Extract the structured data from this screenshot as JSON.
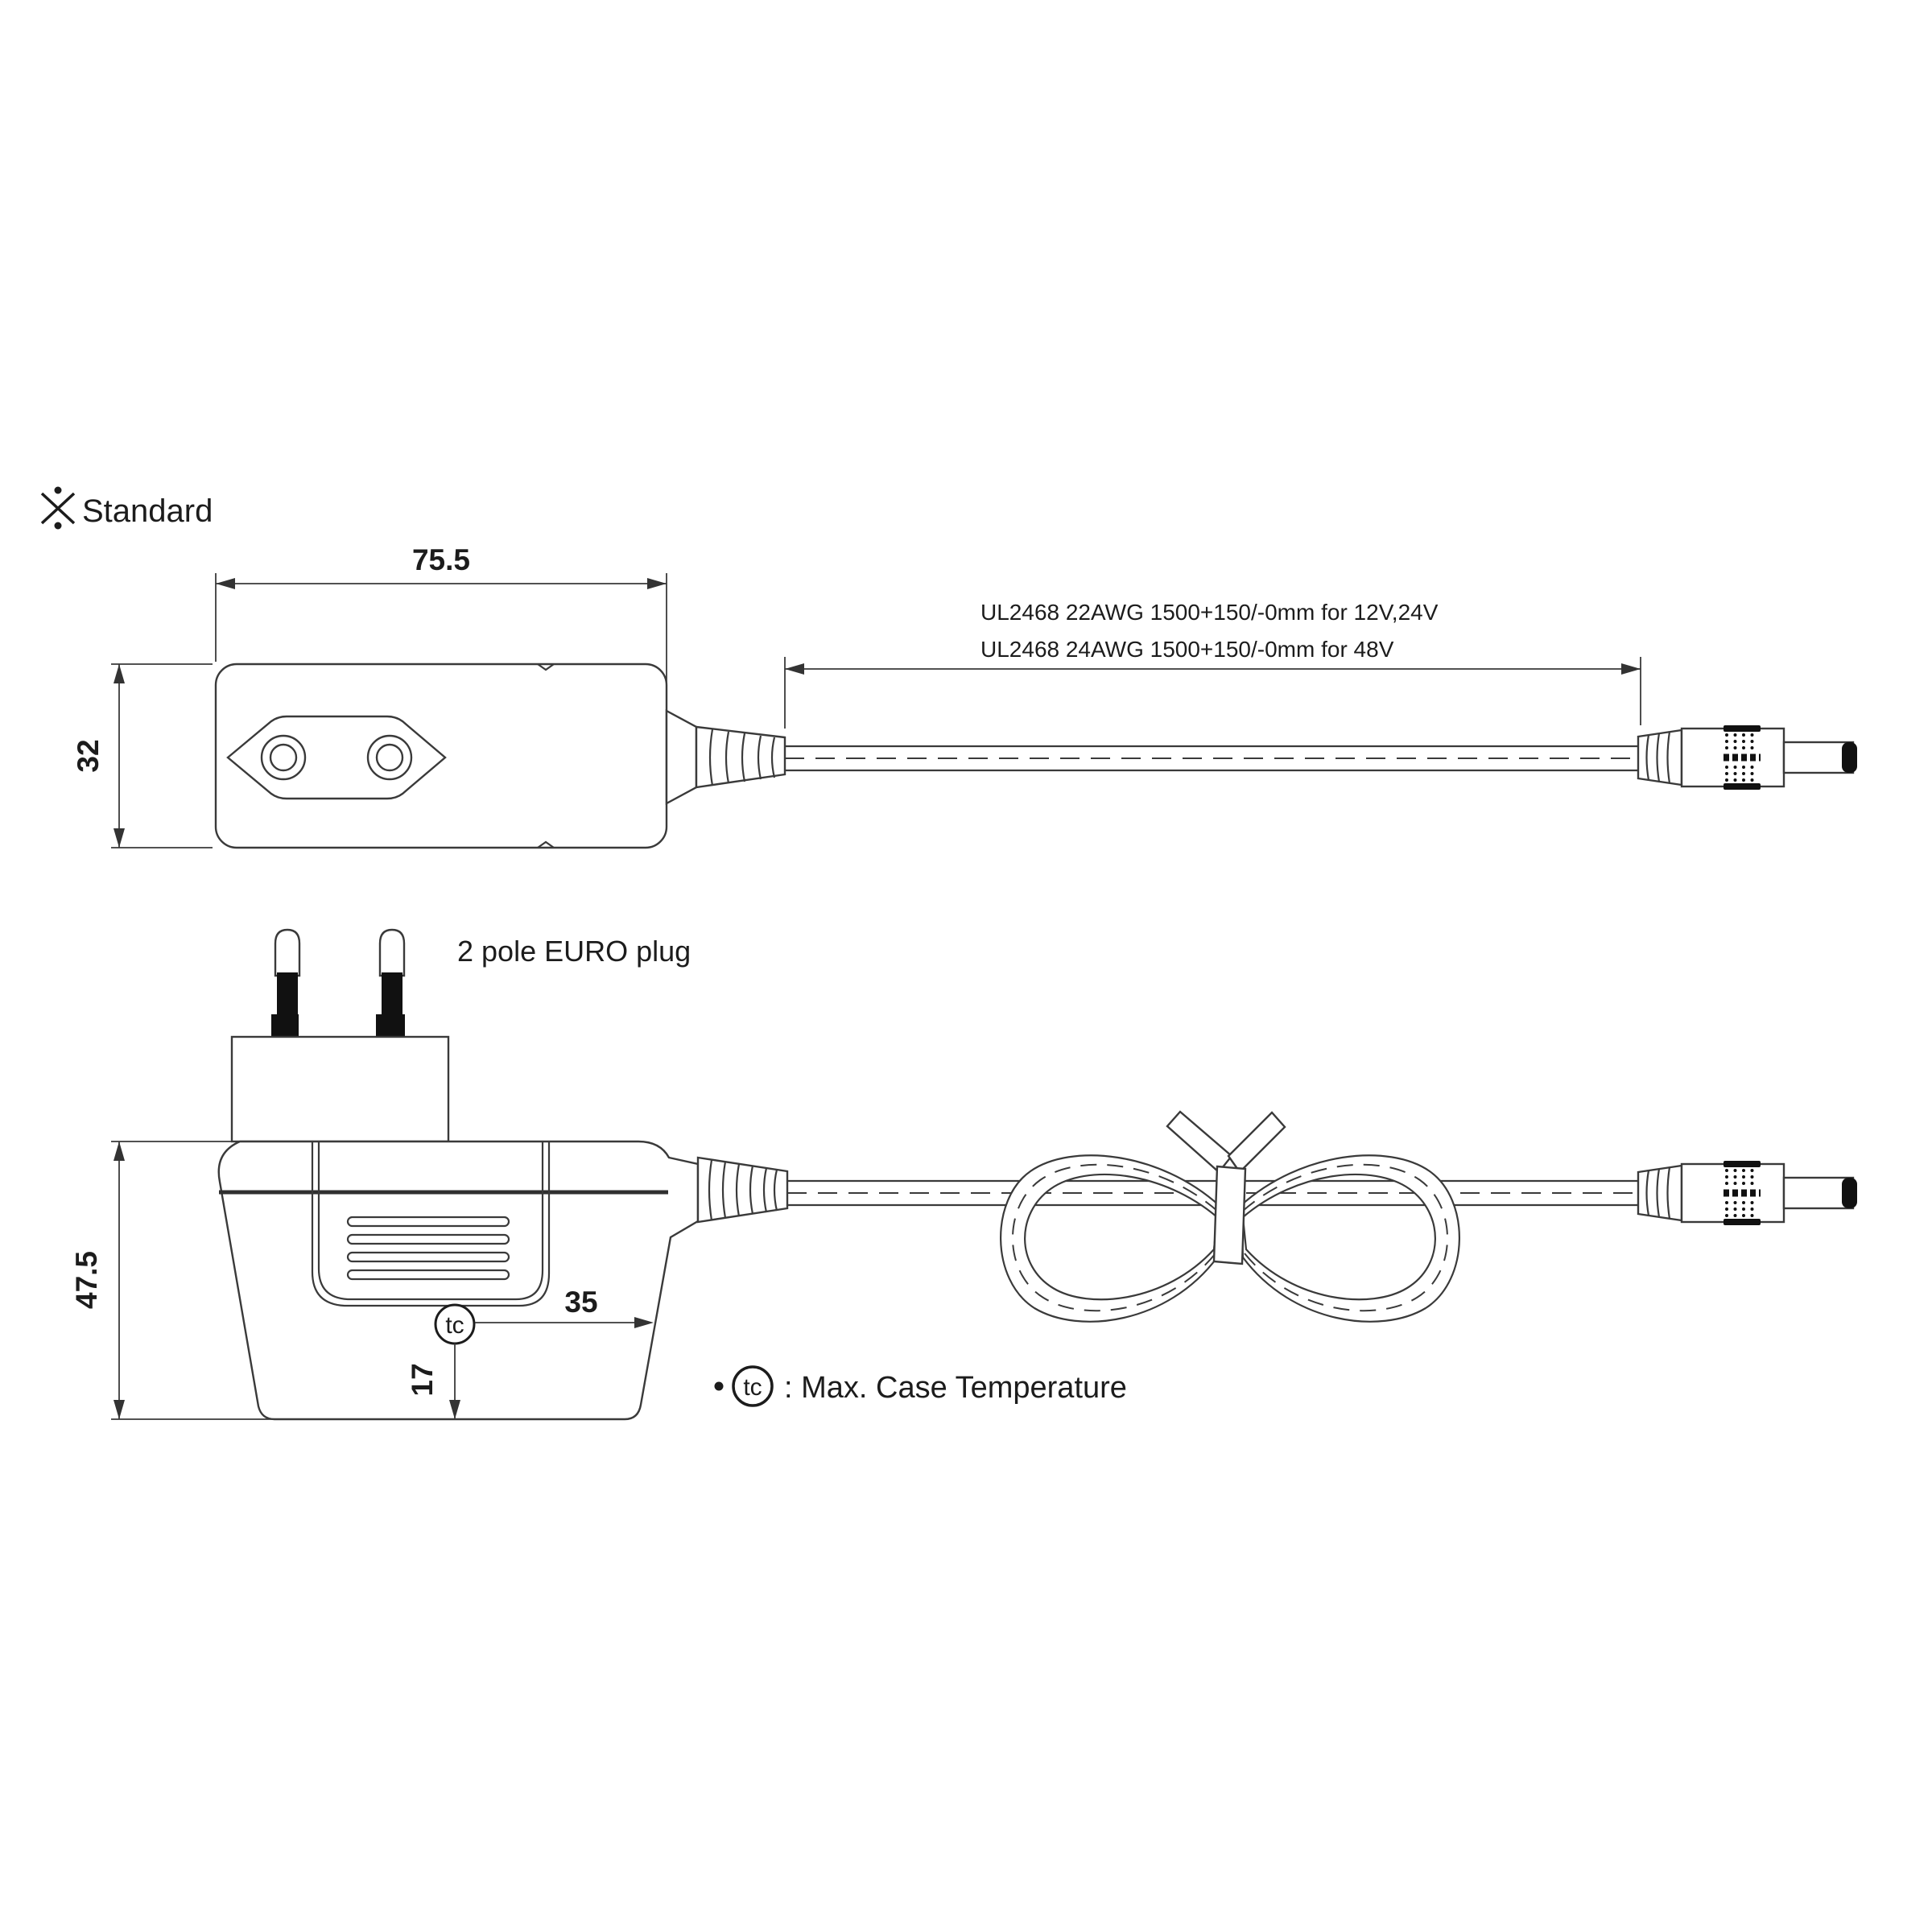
{
  "drawing": {
    "standard_mark": "※",
    "standard_word": "Standard",
    "top_view": {
      "width_dim": "75.5",
      "height_dim": "32",
      "cable_spec_line1": "UL2468 22AWG 1500+150/-0mm for 12V,24V",
      "cable_spec_line2": "UL2468 24AWG 1500+150/-0mm for 48V"
    },
    "side_view": {
      "height_dim": "47.5",
      "plug_type_label": "2 pole EURO plug",
      "tc_marker_label": "tc",
      "tc_offset_dim": "35",
      "tc_depth_dim": "17"
    },
    "legend": {
      "tc_symbol_label": "tc",
      "description": ": Max. Case Temperature"
    },
    "colors": {
      "line": "#3a3a3a",
      "ink": "#1c1c1c",
      "fill": "#ffffff",
      "solid_black": "#111111"
    }
  }
}
